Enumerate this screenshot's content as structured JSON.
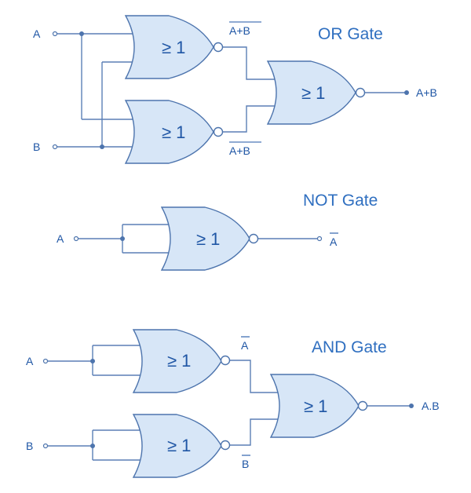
{
  "colors": {
    "gate_fill": "#d7e6f7",
    "gate_stroke": "#4d74ad",
    "text": "#1f56a5",
    "title": "#2f6fc0"
  },
  "gate_symbol": "≥ 1",
  "or_section": {
    "title": "OR Gate",
    "input_a": "A",
    "input_b": "B",
    "top_nor_output": "A+B",
    "bottom_nor_output": "A+B",
    "output": "A+B"
  },
  "not_section": {
    "title": "NOT Gate",
    "input_a": "A",
    "output": "A"
  },
  "and_section": {
    "title": "AND Gate",
    "input_a": "A",
    "input_b": "B",
    "top_nor_output": "A",
    "bottom_nor_output": "B",
    "output": "A.B"
  }
}
